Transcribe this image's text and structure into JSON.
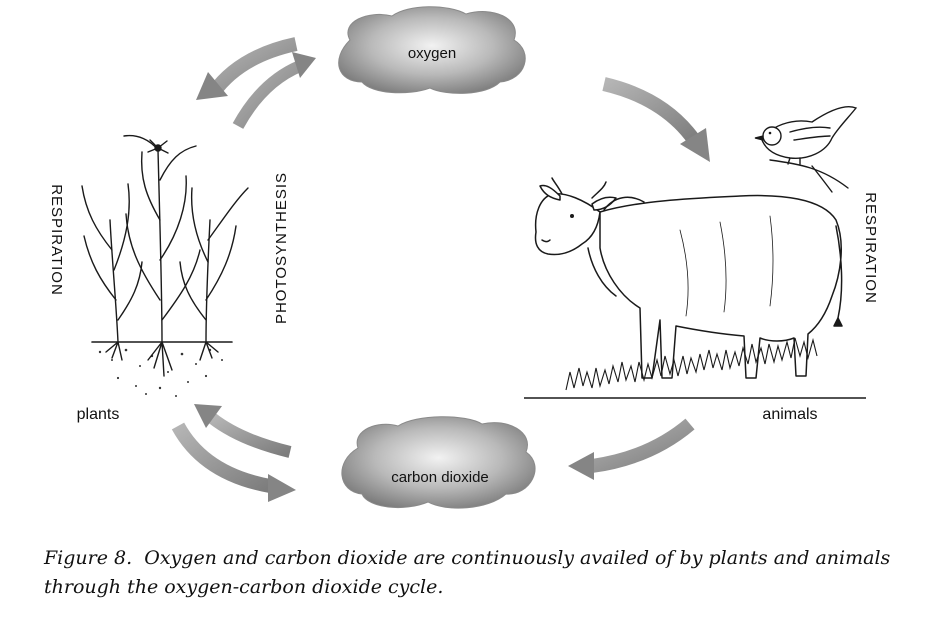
{
  "diagram": {
    "clouds": {
      "oxygen": "oxygen",
      "carbon_dioxide": "carbon dioxide"
    },
    "side_labels": {
      "plants_respiration": "RESPIRATION",
      "photosynthesis": "PHOTOSYNTHESIS",
      "animals_respiration": "RESPIRATION"
    },
    "group_labels": {
      "plants": "plants",
      "animals": "animals"
    },
    "colors": {
      "cloud": "#8c8c8c",
      "arrow": "#8a8a8a",
      "line_art": "#1a1a1a"
    }
  },
  "caption": {
    "figure_number": "Figure 8.",
    "text": "Oxygen and carbon dioxide are continuously availed of by plants and animals through the oxygen-carbon dioxide cycle."
  }
}
